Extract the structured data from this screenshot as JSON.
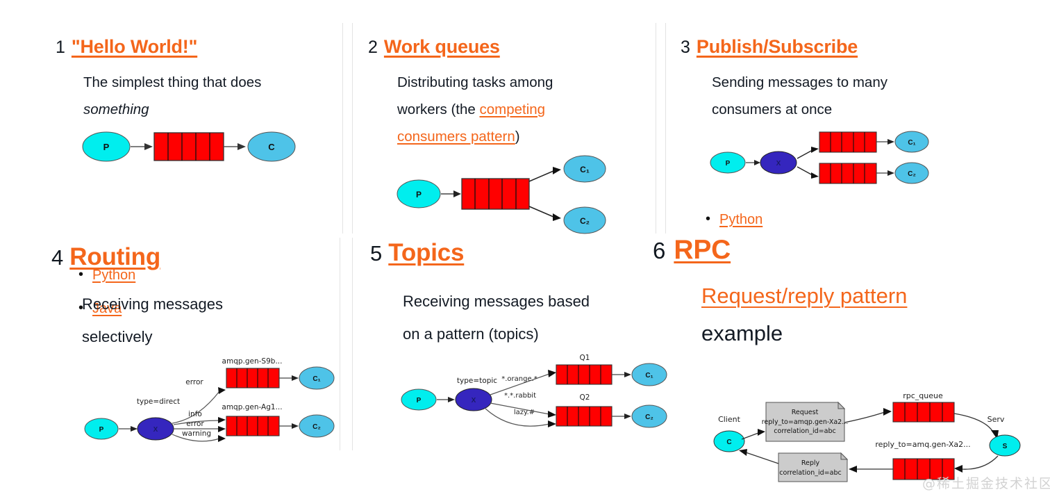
{
  "colors": {
    "accent_orange": "#F4661B",
    "text_dark": "#131a24",
    "queue_red": "#FF0000",
    "producer_cyan": "#00EEEE",
    "consumer_blue": "#4EC3E8",
    "exchange_indigo": "#3526BE",
    "note_gray": "#CCCCCC",
    "divider_gray": "#E3E3E3"
  },
  "panels": [
    {
      "number": "1",
      "title": "\"Hello World!\"",
      "body_line1": "The simplest thing that does",
      "body_line2_italic": "something",
      "bullets": [
        "Python",
        "Java"
      ],
      "diagram": {
        "type": "hello-world",
        "producer": "P",
        "consumer": "C",
        "queue_cells": 5
      }
    },
    {
      "number": "2",
      "title": "Work queues",
      "body_line1": "Distributing tasks among",
      "body_line2_prefix": "workers (the ",
      "body_link": "competing consumers pattern",
      "body_suffix": ")",
      "bullets": [],
      "diagram": {
        "type": "work-queues",
        "producer": "P",
        "consumers": [
          "C₁",
          "C₂"
        ],
        "queue_cells": 5
      }
    },
    {
      "number": "3",
      "title": "Publish/Subscribe",
      "body_line1": "Sending messages to many",
      "body_line2": "consumers at once",
      "bullets": [
        "Python"
      ],
      "diagram": {
        "type": "pub-sub",
        "producer": "P",
        "exchange": "X",
        "consumers": [
          "C₁",
          "C₂"
        ],
        "queue_cells": 5
      }
    },
    {
      "number": "4",
      "title": "Routing",
      "body_line1": "Receiving messages",
      "body_line2": "selectively",
      "bullets": [],
      "diagram": {
        "type": "routing",
        "producer": "P",
        "exchange": "X",
        "exchange_type": "type=direct",
        "queue_labels": [
          "amqp.gen-S9b...",
          "amqp.gen-Ag1..."
        ],
        "binding_keys": [
          "error",
          "info",
          "error",
          "warning"
        ],
        "consumers": [
          "C₁",
          "C₂"
        ],
        "queue_cells": 5
      }
    },
    {
      "number": "5",
      "title": "Topics",
      "body_line1": "Receiving messages based",
      "body_line2": "on a pattern (topics)",
      "bullets": [],
      "diagram": {
        "type": "topics",
        "producer": "P",
        "exchange": "X",
        "exchange_type": "type=topic",
        "queue_labels": [
          "Q1",
          "Q2"
        ],
        "binding_keys": [
          "*.orange.*",
          "*.*.rabbit",
          "lazy.#"
        ],
        "consumers": [
          "C₁",
          "C₂"
        ],
        "queue_cells": 5
      }
    },
    {
      "number": "6",
      "title": "RPC",
      "subtitle_link": "Request/reply pattern",
      "subtitle_plain": "example",
      "bullets": [],
      "diagram": {
        "type": "rpc",
        "client_label": "Client",
        "client_node": "C",
        "server_label": "Serv",
        "server_node": "S",
        "queue_label": "rpc_queue",
        "reply_label": "reply_to=amq.gen-Xa2...",
        "request_note": {
          "title": "Request",
          "line1": "reply_to=amqp.gen-Xa2...",
          "line2": "correlation_id=abc"
        },
        "reply_note": {
          "title": "Reply",
          "line1": "correlation_id=abc"
        },
        "queue_cells": 5
      }
    }
  ],
  "watermark": "@稀土掘金技术社区"
}
